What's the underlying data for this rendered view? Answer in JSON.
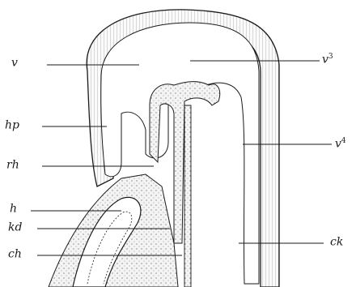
{
  "figure": {
    "ink_color": "#1a1a1a",
    "tissue_fill": "#f2f2f2",
    "labels": {
      "v": {
        "base": "v",
        "sup": ""
      },
      "v3": {
        "base": "v",
        "sup": "3"
      },
      "hp": {
        "base": "hp",
        "sup": ""
      },
      "v4": {
        "base": "v",
        "sup": "4"
      },
      "rh": {
        "base": "rh",
        "sup": ""
      },
      "h": {
        "base": "h",
        "sup": ""
      },
      "kd": {
        "base": "kd",
        "sup": ""
      },
      "ch": {
        "base": "ch",
        "sup": ""
      },
      "ck": {
        "base": "ck",
        "sup": ""
      }
    }
  }
}
